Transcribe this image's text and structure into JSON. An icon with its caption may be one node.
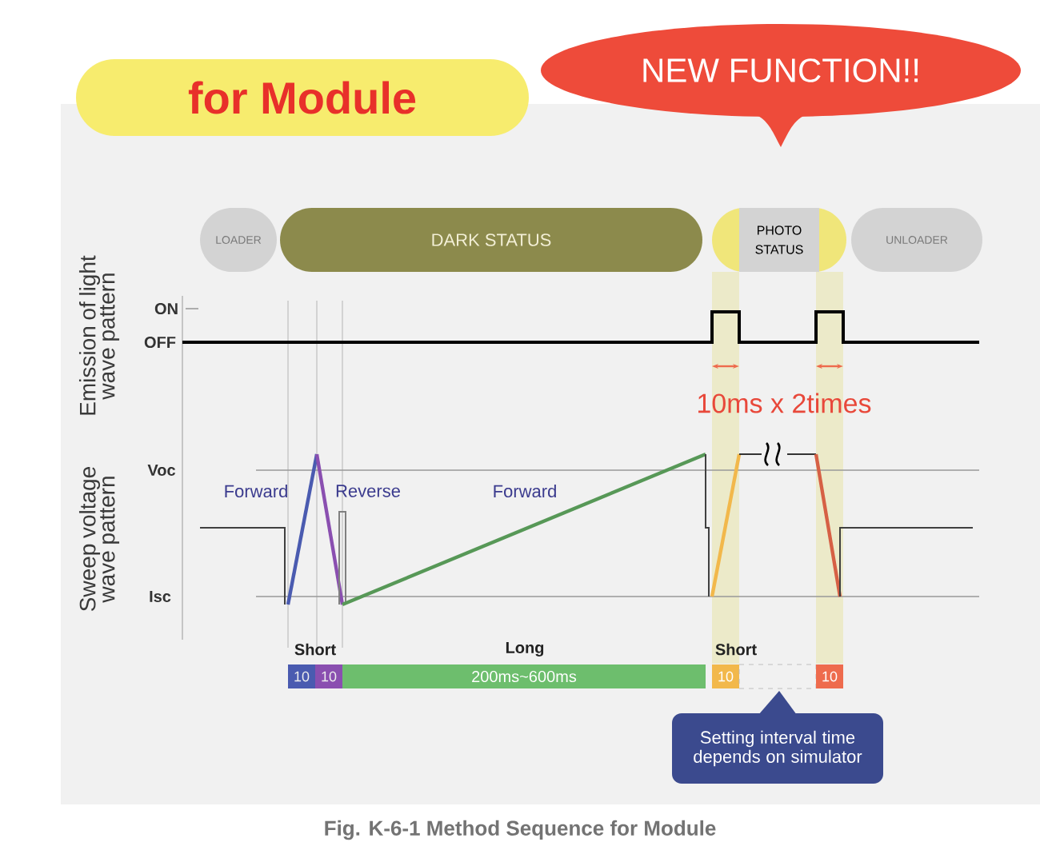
{
  "diagram": {
    "caption": "Fig. K-6-1 Method Sequence for Module",
    "nodes": [
      {
        "text": [
          "for Module"
        ]
      },
      {
        "text": [
          "NEW FUNCTION!!"
        ]
      },
      {
        "text": [
          "LOADER"
        ]
      },
      {
        "text": [
          "DARK STATUS"
        ]
      },
      {
        "text": [
          "PHOTO STATUS"
        ]
      },
      {
        "text": [
          "UNLOADER"
        ]
      },
      {
        "text": [
          "10"
        ]
      },
      {
        "text": [
          "10"
        ]
      },
      {
        "text": [
          "200ms~600ms"
        ]
      },
      {
        "text": [
          "10"
        ]
      },
      {
        "text": [],
        "shape": "box"
      },
      {
        "text": [
          "10"
        ]
      },
      {
        "text": [
          "Setting interval time depends on simulator"
        ]
      }
    ],
    "labels": [
      "Emission of light wave pattern",
      "ON",
      "OFF",
      "Sweep voltage wave pattern",
      "Voc",
      "Isc",
      "Forward",
      "Reverse",
      "Forward",
      "10ms x 2times",
      "Short",
      "Long",
      "Short"
    ]
  }
}
